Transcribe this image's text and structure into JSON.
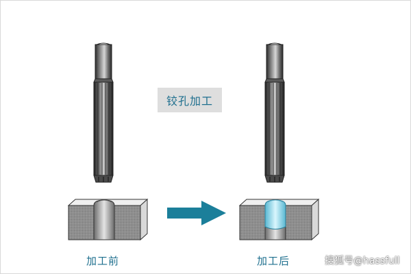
{
  "diagram": {
    "title": "铰孔加工",
    "before_label": "加工前",
    "after_label": "加工后",
    "watermark": "搜狐号@hassfull"
  },
  "colors": {
    "label_text": "#1e6f8e",
    "title_box_bg": "#dedede",
    "arrow": "#1b7f9a",
    "metal_dark": "#3a3a3a",
    "metal_light": "#c8c8c8",
    "block_face": "#8a8a8a",
    "block_top": "#eeeeee",
    "reamed_surface": "#9fe3f4"
  },
  "icons": [
    "reamer-tool-icon",
    "workpiece-block-icon",
    "arrow-right-icon"
  ]
}
